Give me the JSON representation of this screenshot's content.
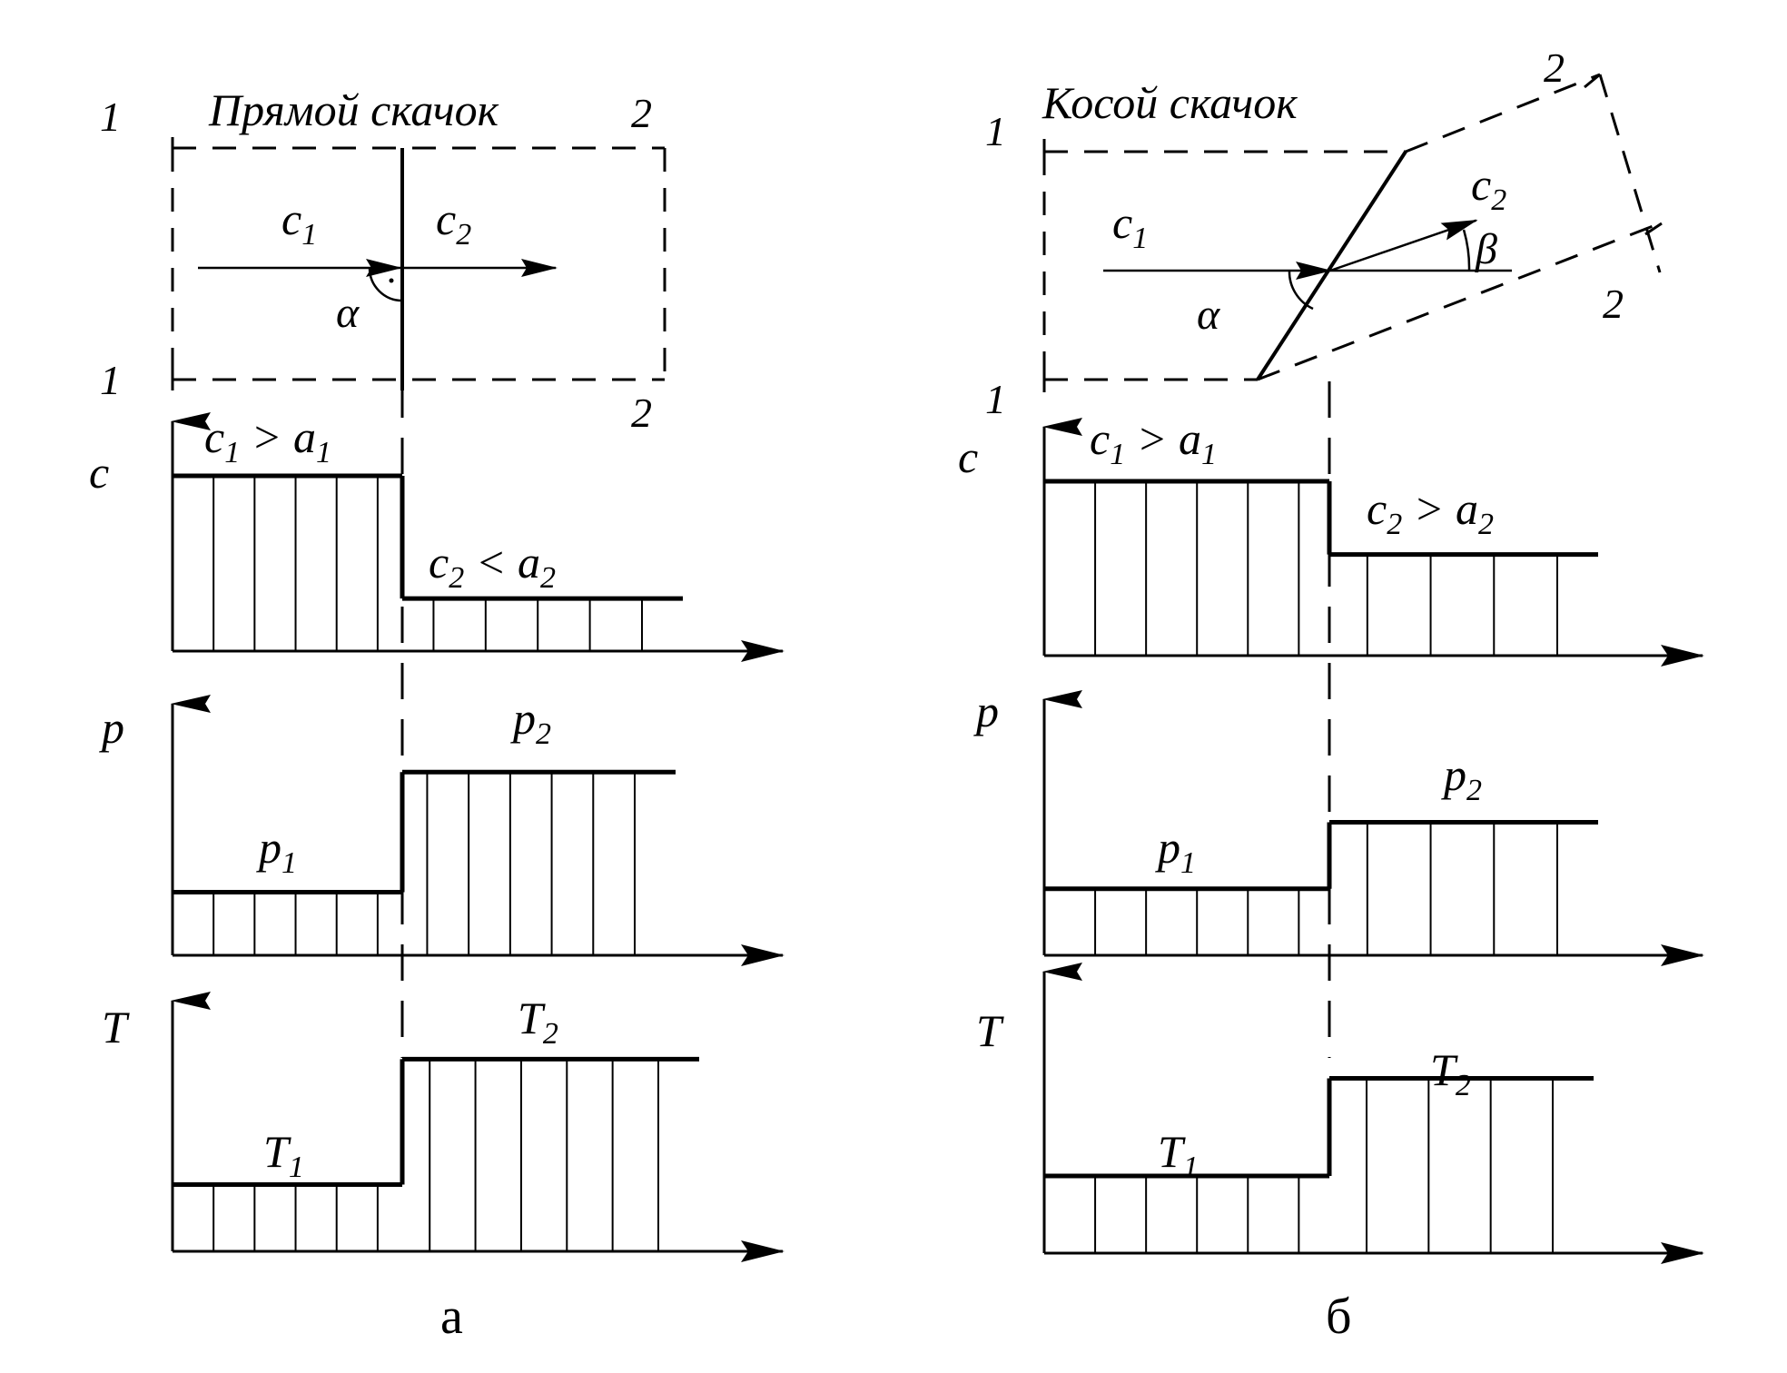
{
  "panels": [
    {
      "id": "a",
      "caption": "а",
      "title": "Прямой скачок",
      "section_labels": {
        "in_top": "1",
        "in_bottom": "1",
        "out_top": "2",
        "out_bottom": "2"
      },
      "flow": {
        "c1": "c",
        "c1_sub": "1",
        "c2": "c",
        "c2_sub": "2",
        "alpha": "α",
        "beta": null,
        "shock_angle_deg": 90,
        "deflection_deg": 0
      },
      "plots": [
        {
          "axis": "c",
          "left_label": "c",
          "left_sub": "1",
          "left_rel": " > a",
          "left_rel_sub": "1",
          "right_label": "c",
          "right_sub": "2",
          "right_rel": " < a",
          "right_rel_sub": "2",
          "left_level": 1.0,
          "right_level": 0.3,
          "left_hatches": 5,
          "right_hatches": 5
        },
        {
          "axis": "p",
          "left_label": "p",
          "left_sub": "1",
          "left_rel": "",
          "left_rel_sub": "",
          "right_label": "p",
          "right_sub": "2",
          "right_rel": "",
          "right_rel_sub": "",
          "left_level": 0.32,
          "right_level": 0.93,
          "left_hatches": 5,
          "right_hatches": 6
        },
        {
          "axis": "T",
          "left_label": "T",
          "left_sub": "1",
          "left_rel": "",
          "left_rel_sub": "",
          "right_label": "T",
          "right_sub": "2",
          "right_rel": "",
          "right_rel_sub": "",
          "left_level": 0.34,
          "right_level": 0.98,
          "left_hatches": 5,
          "right_hatches": 6
        }
      ]
    },
    {
      "id": "b",
      "caption": "б",
      "title": "Косой скачок",
      "section_labels": {
        "in_top": "1",
        "in_bottom": "1",
        "out_top": "2",
        "out_bottom": "2"
      },
      "flow": {
        "c1": "c",
        "c1_sub": "1",
        "c2": "c",
        "c2_sub": "2",
        "alpha": "α",
        "beta": "β",
        "shock_angle_deg": 62,
        "deflection_deg": 19
      },
      "plots": [
        {
          "axis": "c",
          "left_label": "c",
          "left_sub": "1",
          "left_rel": " > a",
          "left_rel_sub": "1",
          "right_label": "c",
          "right_sub": "2",
          "right_rel": " > a",
          "right_rel_sub": "2",
          "left_level": 1.0,
          "right_level": 0.58,
          "left_hatches": 5,
          "right_hatches": 4
        },
        {
          "axis": "p",
          "left_label": "p",
          "left_sub": "1",
          "left_rel": "",
          "left_rel_sub": "",
          "right_label": "p",
          "right_sub": "2",
          "right_rel": "",
          "right_rel_sub": "",
          "left_level": 0.33,
          "right_level": 0.66,
          "left_hatches": 5,
          "right_hatches": 4
        },
        {
          "axis": "T",
          "left_label": "T",
          "left_sub": "1",
          "left_rel": "",
          "left_rel_sub": "",
          "right_label": "T",
          "right_sub": "2",
          "right_rel": "",
          "right_rel_sub": "",
          "left_level": 0.34,
          "right_level": 0.77,
          "left_hatches": 5,
          "right_hatches": 4
        }
      ]
    }
  ]
}
